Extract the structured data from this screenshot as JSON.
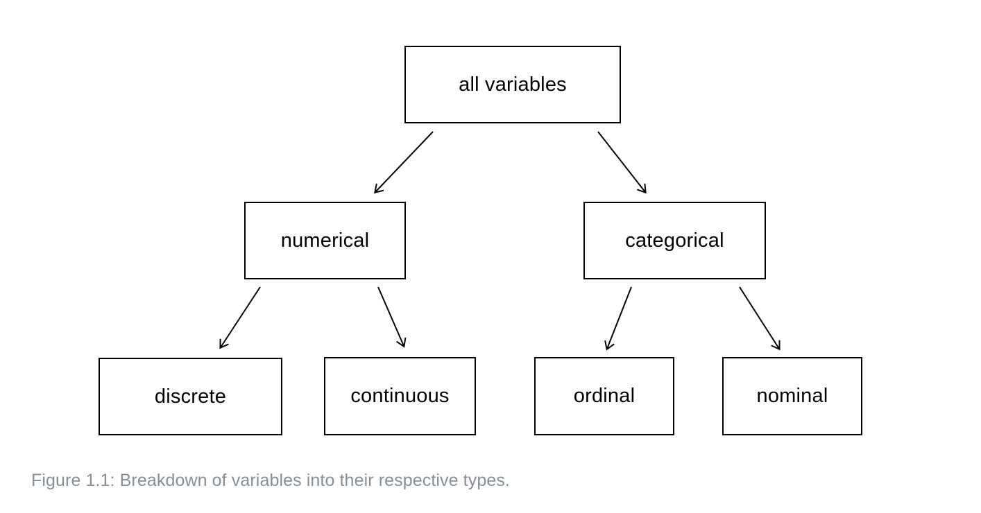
{
  "colors": {
    "background": "#ffffff",
    "box_border": "#000000",
    "box_text": "#000000",
    "arrow": "#000000",
    "caption_text": "#868e96"
  },
  "diagram": {
    "type": "tree",
    "nodes": {
      "all_variables": {
        "label": "all variables"
      },
      "numerical": {
        "label": "numerical"
      },
      "categorical": {
        "label": "categorical"
      },
      "discrete": {
        "label": "discrete"
      },
      "continuous": {
        "label": "continuous"
      },
      "ordinal": {
        "label": "ordinal"
      },
      "nominal": {
        "label": "nominal"
      }
    },
    "edges": [
      {
        "from": "all variables",
        "to": "numerical"
      },
      {
        "from": "all variables",
        "to": "categorical"
      },
      {
        "from": "numerical",
        "to": "discrete"
      },
      {
        "from": "numerical",
        "to": "continuous"
      },
      {
        "from": "categorical",
        "to": "ordinal"
      },
      {
        "from": "categorical",
        "to": "nominal"
      }
    ]
  },
  "caption": {
    "text": "Figure 1.1: Breakdown of variables into their respective types."
  }
}
